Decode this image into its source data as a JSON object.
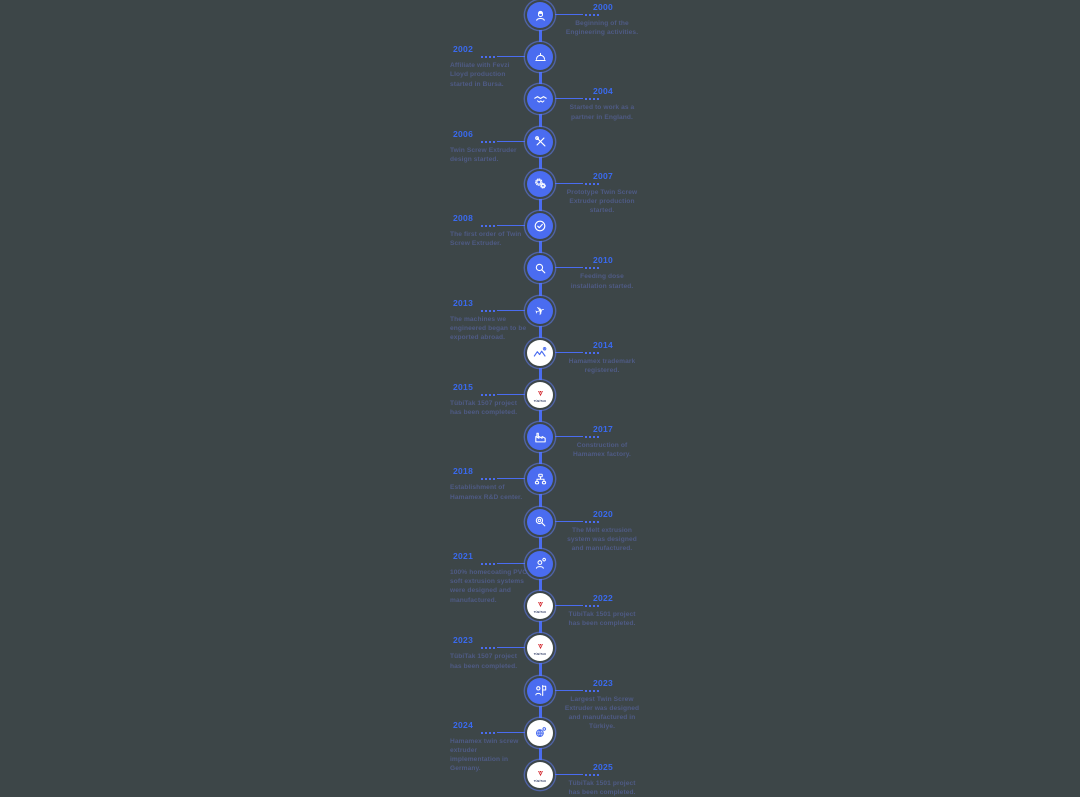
{
  "page": {
    "background": "#3d4648"
  },
  "timeline": {
    "accent": "#4a6cf0",
    "ring": "rgba(94,124,244,0.55)",
    "year_color": "#3a6af0",
    "text_color": "#4f5b85",
    "tubitak_red": "#d2232a",
    "logo_label": "TÜBİTAK",
    "items": [
      {
        "year": "2000",
        "side": "right",
        "icon": "engineer-icon",
        "circle": "blue",
        "text": "Beginning of the Engineering activities."
      },
      {
        "year": "2002",
        "side": "left",
        "icon": "hard-hat-icon",
        "circle": "blue",
        "text": "Affiliate with Fevzi Lloyd production started in Bursa."
      },
      {
        "year": "2004",
        "side": "right",
        "icon": "handshake-icon",
        "circle": "blue",
        "text": "Started to work as a partner in England."
      },
      {
        "year": "2006",
        "side": "left",
        "icon": "tools-icon",
        "circle": "blue",
        "text": "Twin Screw Extruder design started."
      },
      {
        "year": "2007",
        "side": "right",
        "icon": "gears-icon",
        "circle": "blue",
        "text": "Prototype Twin Screw Extruder production started."
      },
      {
        "year": "2008",
        "side": "left",
        "icon": "check-circle-icon",
        "circle": "blue",
        "text": "The first order of Twin Screw Extruder."
      },
      {
        "year": "2010",
        "side": "right",
        "icon": "magnifier-icon",
        "circle": "blue",
        "text": "Feeding dose installation started."
      },
      {
        "year": "2013",
        "side": "left",
        "icon": "airplane-icon",
        "circle": "blue",
        "text": "The machines we engineered began to be exported abroad."
      },
      {
        "year": "2014",
        "side": "right",
        "icon": "trademark-mountains-icon",
        "circle": "white",
        "text": "Hamamex trademark registered."
      },
      {
        "year": "2015",
        "side": "left",
        "icon": "tubitak-logo",
        "circle": "white",
        "text": "TübiTak 1507 project has been completed."
      },
      {
        "year": "2017",
        "side": "right",
        "icon": "factory-icon",
        "circle": "blue",
        "text": "Construction of Hamamex factory."
      },
      {
        "year": "2018",
        "side": "left",
        "icon": "org-chart-icon",
        "circle": "blue",
        "text": "Establishment of Hamamex R&D center."
      },
      {
        "year": "2020",
        "side": "right",
        "icon": "magnifier-gear-icon",
        "circle": "blue",
        "text": "The Melt extrusion system was designed and manufactured."
      },
      {
        "year": "2021",
        "side": "left",
        "icon": "engineer-gear-icon",
        "circle": "blue",
        "text": "100% homecoating PVC soft extrusion systems were designed and manufactured."
      },
      {
        "year": "2022",
        "side": "right",
        "icon": "tubitak-logo",
        "circle": "white",
        "text": "TübiTak 1501 project has been completed."
      },
      {
        "year": "2023",
        "side": "left",
        "icon": "tubitak-logo",
        "circle": "white",
        "text": "TübiTak 1507 project has been completed."
      },
      {
        "year": "2023",
        "side": "right",
        "icon": "presentation-icon",
        "circle": "blue",
        "text": "Largest Twin Screw Extruder was designed and manufactured in Türkiye."
      },
      {
        "year": "2024",
        "side": "left",
        "icon": "globe-gear-icon",
        "circle": "white",
        "text": "Hamamex twin screw extruder implementation in Germany."
      },
      {
        "year": "2025",
        "side": "right",
        "icon": "tubitak-logo",
        "circle": "white",
        "text": "TübiTak 1501 project has been completed."
      }
    ]
  }
}
